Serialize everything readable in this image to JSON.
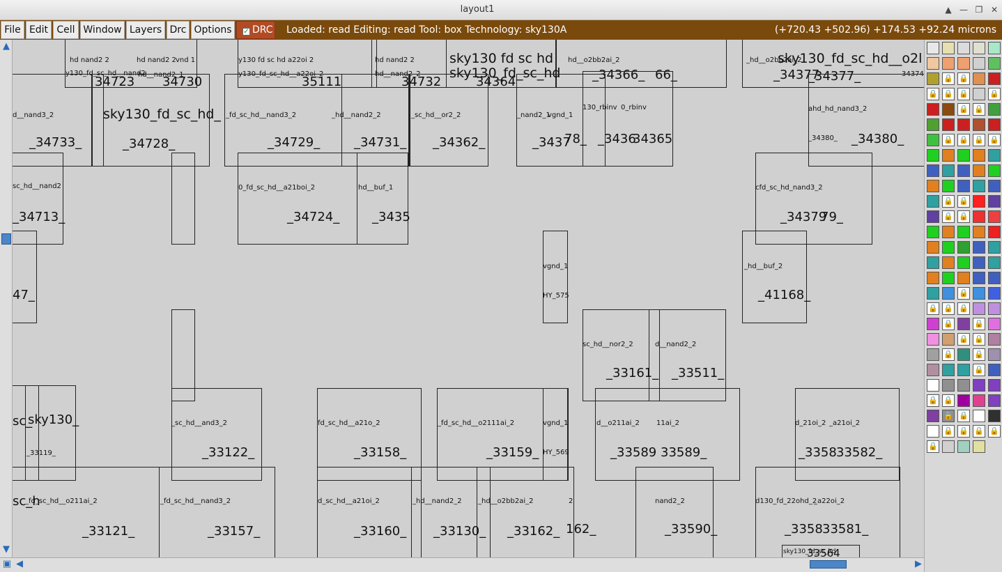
{
  "window": {
    "title": "layout1"
  },
  "menu": [
    "File",
    "Edit",
    "Cell",
    "Window",
    "Layers",
    "Drc",
    "Options"
  ],
  "drc_label": "DRC",
  "status_text": "Loaded: read Editing: read Tool: box  Technology: sky130A",
  "coords_text": "(+720.43 +502.96) +174.53 +92.24 microns",
  "colors": {
    "menubar": "#7a4a0c",
    "drc": "#b24b24",
    "scroll_thumb": "#4a86c8"
  },
  "icons": [
    "scroll-up-icon",
    "scroll-down-icon",
    "scroll-left-icon",
    "scroll-right-icon",
    "lock-icon",
    "checkbox-icon"
  ],
  "cell_labels": [
    "hd nand2 2",
    "hd nand2 2",
    "vnd 1",
    "y130_fd_sc_hd__nand2",
    "hd__nand2_1",
    "y130 fd sc hd a22oi 2",
    "y130_fd_sc_hd__a22oi_2",
    "hd nand2 2",
    "hd__nand2_2",
    "sky130 fd sc hd",
    "sky130_fd_sc_hd",
    "hd__o2bb2ai_2",
    "_hd__o2bb2ai_2",
    "sky130_fd_sc_hd__o2l",
    "34374",
    "d__nand3_2",
    "sky130_fd_sc_hd_",
    "_fd_sc_hd__nand3_2",
    "_hd__nand2_2",
    "_sc_hd__or2_2",
    "_nand2_1",
    "vgnd_1",
    "130_rbinv",
    "0_rbinv",
    "ahd_hd_nand3_2",
    "_34380_",
    "sc_hd__nand2",
    "0_fd_sc_hd__a21boi_2",
    "hd__buf_1",
    "cfd_sc_hd_nand3_2",
    "vgnd_1",
    "HY_575",
    "_hd__buf_2",
    "sc_hd__nor2_2",
    "d__nand2_2",
    "_sc_hd__and3_2",
    "fd_sc_hd__a21o_2",
    "_fd_sc_hd__o2111ai_2",
    "vgnd_1",
    "HY_569",
    "d__o211ai_2",
    "11ai_2",
    "d_21oi_2",
    "_a21oi_2",
    "_33119_",
    "_fd_sc_hd__o211ai_2",
    "_fd_sc_hd__nand3_2",
    "d_sc_hd__a21oi_2",
    "_hd__nand2_2",
    "_hd__o2bb2ai_2",
    "2",
    "nand2_2",
    "d130_fd_22ohd_2",
    "_a22oi_2"
  ],
  "cell_names": [
    "34723",
    "34730",
    "35111",
    "34732",
    "34364",
    "_34366_",
    "66_",
    "_34377",
    "_34377_",
    "_34733_",
    "_34728_",
    "_34729_",
    "_34731_",
    "_34362_",
    "_3437",
    "78_",
    "_3436",
    "34365",
    "_34380_",
    "_34713_",
    "_34724_",
    "_3435",
    "_34379",
    "79_",
    "47_",
    "_41168_",
    "_33161_",
    "_33511_",
    "sc_",
    "sky130_",
    "_33122_",
    "_33158_",
    "_33159_",
    "_33589",
    "33589_",
    "_3358",
    "33582_",
    "sc_h",
    "_33121_",
    "_33157_",
    "_33160_",
    "_33130_",
    "_33162_",
    "162_",
    "_33590_",
    "_3358",
    "33581_",
    "33564",
    "sky130_fd_sc_hd"
  ]
}
